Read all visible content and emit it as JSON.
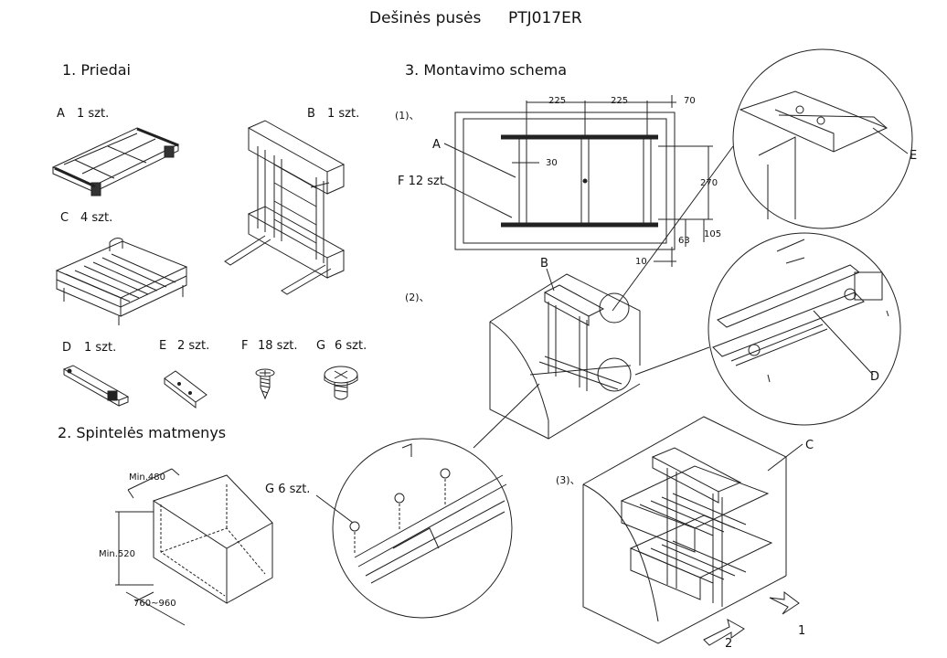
{
  "title": "Dešinės pusės",
  "model": "PTJ017ER",
  "sections": {
    "accessories": "1. Priedai",
    "cabinet_dims": "2. Spintelės matmenys",
    "assembly": "3. Montavimo schema"
  },
  "parts": [
    {
      "letter": "A",
      "qty": "1 szt."
    },
    {
      "letter": "B",
      "qty": "1 szt."
    },
    {
      "letter": "C",
      "qty": "4 szt."
    },
    {
      "letter": "D",
      "qty": "1 szt."
    },
    {
      "letter": "E",
      "qty": "2 szt."
    },
    {
      "letter": "F",
      "qty": "18 szt."
    },
    {
      "letter": "G",
      "qty": "6 szt."
    }
  ],
  "cabinet": {
    "width": "Min.480",
    "height": "Min.520",
    "depth": "760~960"
  },
  "steps": {
    "s1": "(1)、",
    "s2": "(2)、",
    "s3": "(3)、"
  },
  "plan": {
    "dim1": "225",
    "dim2": "225",
    "dim3": "70",
    "dim4": "30",
    "dim5": "270",
    "dim6": "105",
    "dim7": "63",
    "dim8": "10",
    "label_a": "A",
    "label_f": "F 12 szt"
  },
  "callouts": {
    "b": "B",
    "e": "E",
    "d": "D",
    "g": "G 6 szt.",
    "c": "C"
  },
  "arrows": {
    "one": "1",
    "two": "2"
  }
}
